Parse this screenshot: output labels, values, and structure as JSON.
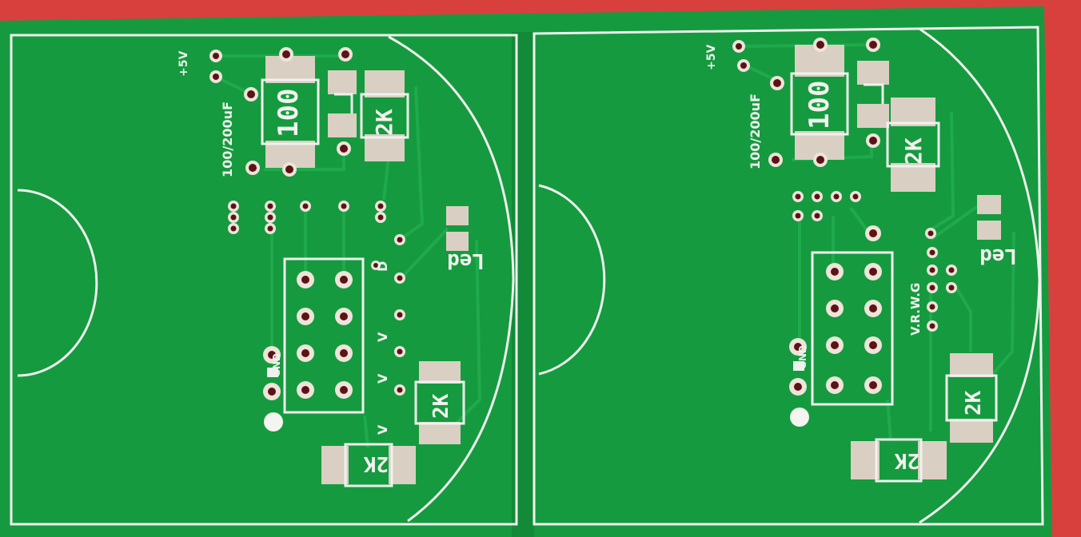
{
  "photo": {
    "colors": {
      "background": "#d8403e",
      "pcb": "#169a3f",
      "pcb_dark": "#0e7c31",
      "silkscreen": "#f2f2ee",
      "pad": "#d9cfc2",
      "via": "#5a1414",
      "trace": "#1ea84a"
    }
  },
  "boards": [
    {
      "name": "left",
      "labels": {
        "resistor_main": "100",
        "resistor_a": "2K",
        "resistor_b": "2K",
        "resistor_c": "2K",
        "capacitor": "100/200uF",
        "led": "Led",
        "power": "+5V",
        "ground": "GND",
        "pin_a": "V",
        "pin_b": "V",
        "pin_c": "V",
        "pin_d": "D"
      }
    },
    {
      "name": "right",
      "labels": {
        "resistor_main": "100",
        "resistor_a": "2K",
        "resistor_b": "2K",
        "resistor_c": "2K",
        "capacitor": "100/200uF",
        "led": "Led",
        "power": "+5V",
        "pins": "V.R.W.G",
        "ground": "GND"
      }
    }
  ]
}
